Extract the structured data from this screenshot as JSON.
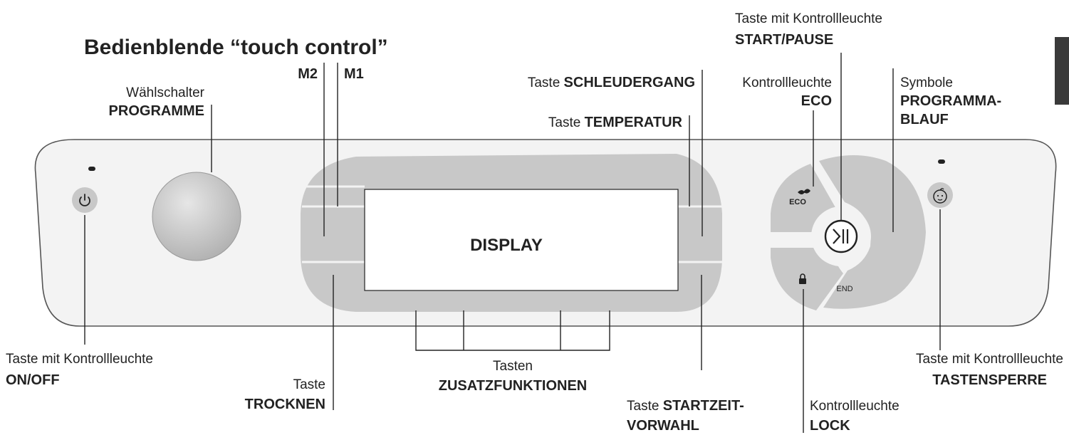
{
  "title": "Bedienblende “touch control”",
  "display_label": "DISPLAY",
  "eco_symbol_text": "ECO",
  "end_symbol_text": "END",
  "labels": {
    "programme": {
      "line1": "Wählschalter",
      "line2": "PROGRAMME"
    },
    "m2": "M2",
    "m1": "M1",
    "schleudergang": {
      "prefix": "Taste ",
      "bold": "SCHLEUDERGANG"
    },
    "temperatur": {
      "prefix": "Taste ",
      "bold": "TEMPERATUR"
    },
    "eco": {
      "line1": "Kontrollleuchte",
      "line2": "ECO"
    },
    "start_pause": {
      "line1": "Taste mit Kontrollleuchte",
      "line2": "START/PAUSE"
    },
    "programmablauf": {
      "line1": "Symbole",
      "line2": "PROGRAMMA-",
      "line3": "BLAUF"
    },
    "on_off": {
      "line1": "Taste mit Kontrollleuchte",
      "line2": "ON/OFF"
    },
    "trocknen": {
      "line1": "Taste",
      "line2": "TROCKNEN"
    },
    "zusatzfunktionen": {
      "line1": "Tasten",
      "line2": "ZUSATZFUNKTIONEN"
    },
    "startzeitvorwahl": {
      "prefix": "Taste ",
      "bold": "STARTZEIT-",
      "line2": "VORWAHL"
    },
    "lock": {
      "line1": "Kontrollleuchte",
      "line2": "LOCK"
    },
    "tastensperre": {
      "line1": "Taste mit Kontrollleuchte",
      "line2": "TASTENSPERRE"
    }
  },
  "colors": {
    "panel_fill": "#f3f3f3",
    "panel_stroke": "#555555",
    "button_gray": "#c8c8c8",
    "display_fill": "#ffffff",
    "line": "#222222",
    "page_tab": "#3a3a3a"
  }
}
